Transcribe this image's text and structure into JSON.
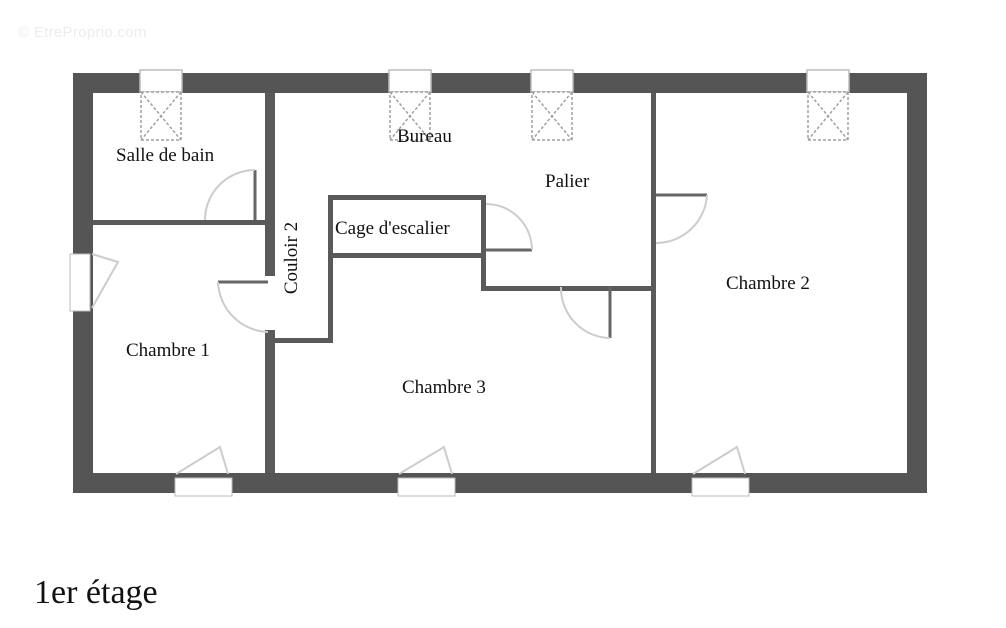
{
  "watermark": "© EtreProprio.com",
  "floor": {
    "label": "1er étage"
  },
  "rooms": {
    "salle_de_bain": "Salle de bain",
    "bureau": "Bureau",
    "palier": "Palier",
    "cage_escalier": "Cage d'escalier",
    "couloir_2": "Couloir 2",
    "chambre_1": "Chambre 1",
    "chambre_2": "Chambre 2",
    "chambre_3": "Chambre 3"
  },
  "colors": {
    "wall": "#555555",
    "interior_wall": "#5a5a5a",
    "window_dash": "#a0a0a0",
    "door_arc": "#cccccc"
  }
}
